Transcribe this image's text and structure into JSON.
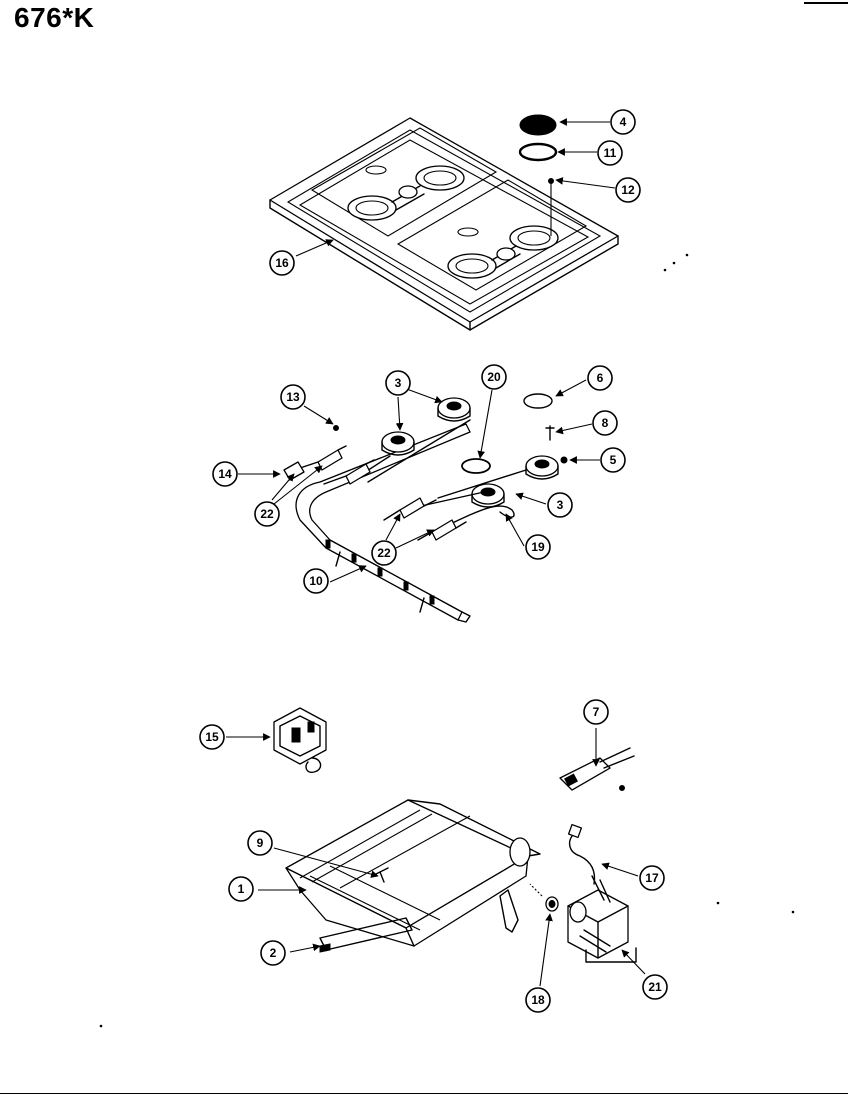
{
  "title": "676*K",
  "callouts": [
    {
      "id": "c4",
      "label": "4"
    },
    {
      "id": "c11",
      "label": "11"
    },
    {
      "id": "c12",
      "label": "12"
    },
    {
      "id": "c16",
      "label": "16"
    },
    {
      "id": "c13",
      "label": "13"
    },
    {
      "id": "c3a",
      "label": "3"
    },
    {
      "id": "c20",
      "label": "20"
    },
    {
      "id": "c6",
      "label": "6"
    },
    {
      "id": "c8",
      "label": "8"
    },
    {
      "id": "c5",
      "label": "5"
    },
    {
      "id": "c14",
      "label": "14"
    },
    {
      "id": "c22a",
      "label": "22"
    },
    {
      "id": "c3b",
      "label": "3"
    },
    {
      "id": "c22b",
      "label": "22"
    },
    {
      "id": "c19",
      "label": "19"
    },
    {
      "id": "c10",
      "label": "10"
    },
    {
      "id": "c15",
      "label": "15"
    },
    {
      "id": "c7",
      "label": "7"
    },
    {
      "id": "c9",
      "label": "9"
    },
    {
      "id": "c17",
      "label": "17"
    },
    {
      "id": "c1",
      "label": "1"
    },
    {
      "id": "c2",
      "label": "2"
    },
    {
      "id": "c21",
      "label": "21"
    },
    {
      "id": "c18",
      "label": "18"
    }
  ]
}
